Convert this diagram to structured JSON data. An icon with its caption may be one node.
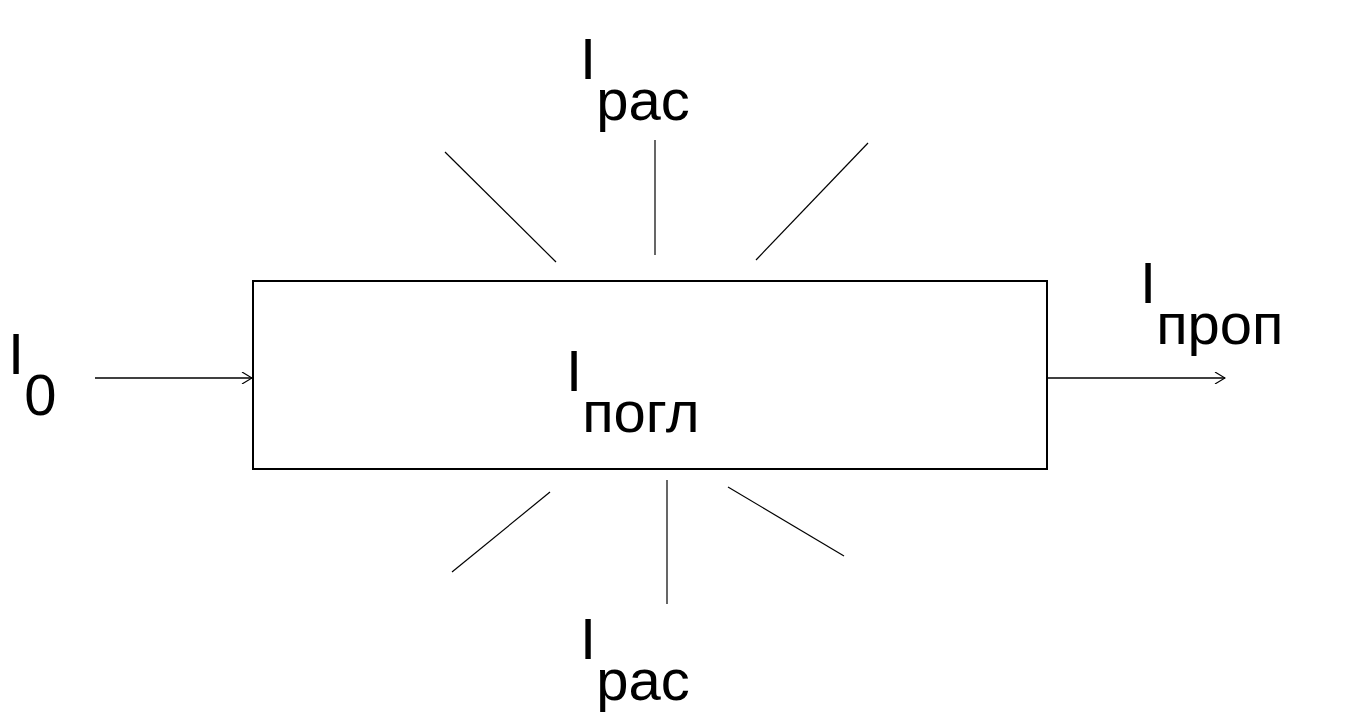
{
  "diagram": {
    "nodes": [
      {
        "text": [
          "I$_{погл}$"
        ]
      },
      {
        "text": [
          "I$_{0}$"
        ]
      },
      {
        "text": [
          "I$_{проп}$"
        ]
      }
    ],
    "edges": [
      {
        "from": 1,
        "to": 0,
        "arrow": "to"
      },
      {
        "from": 0,
        "to": 2,
        "arrow": "to"
      }
    ],
    "labels": [
      "I$_{рас}$",
      "I$_{рас}$"
    ]
  }
}
